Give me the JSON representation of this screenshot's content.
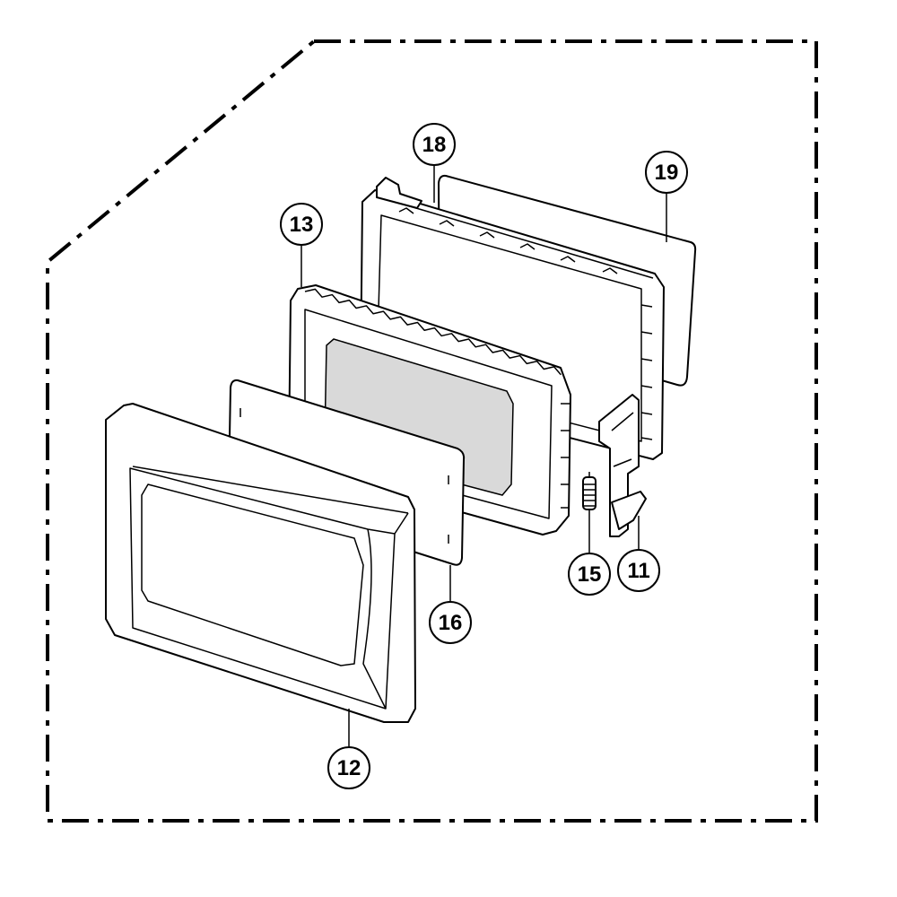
{
  "diagram": {
    "callouts": [
      {
        "id": "part-11",
        "label": "11"
      },
      {
        "id": "part-12",
        "label": "12"
      },
      {
        "id": "part-13",
        "label": "13"
      },
      {
        "id": "part-15",
        "label": "15"
      },
      {
        "id": "part-16",
        "label": "16"
      },
      {
        "id": "part-18",
        "label": "18"
      },
      {
        "id": "part-19",
        "label": "19"
      }
    ],
    "colors": {
      "line": "#000000",
      "background": "#ffffff",
      "window": "#d9d9d9"
    }
  }
}
